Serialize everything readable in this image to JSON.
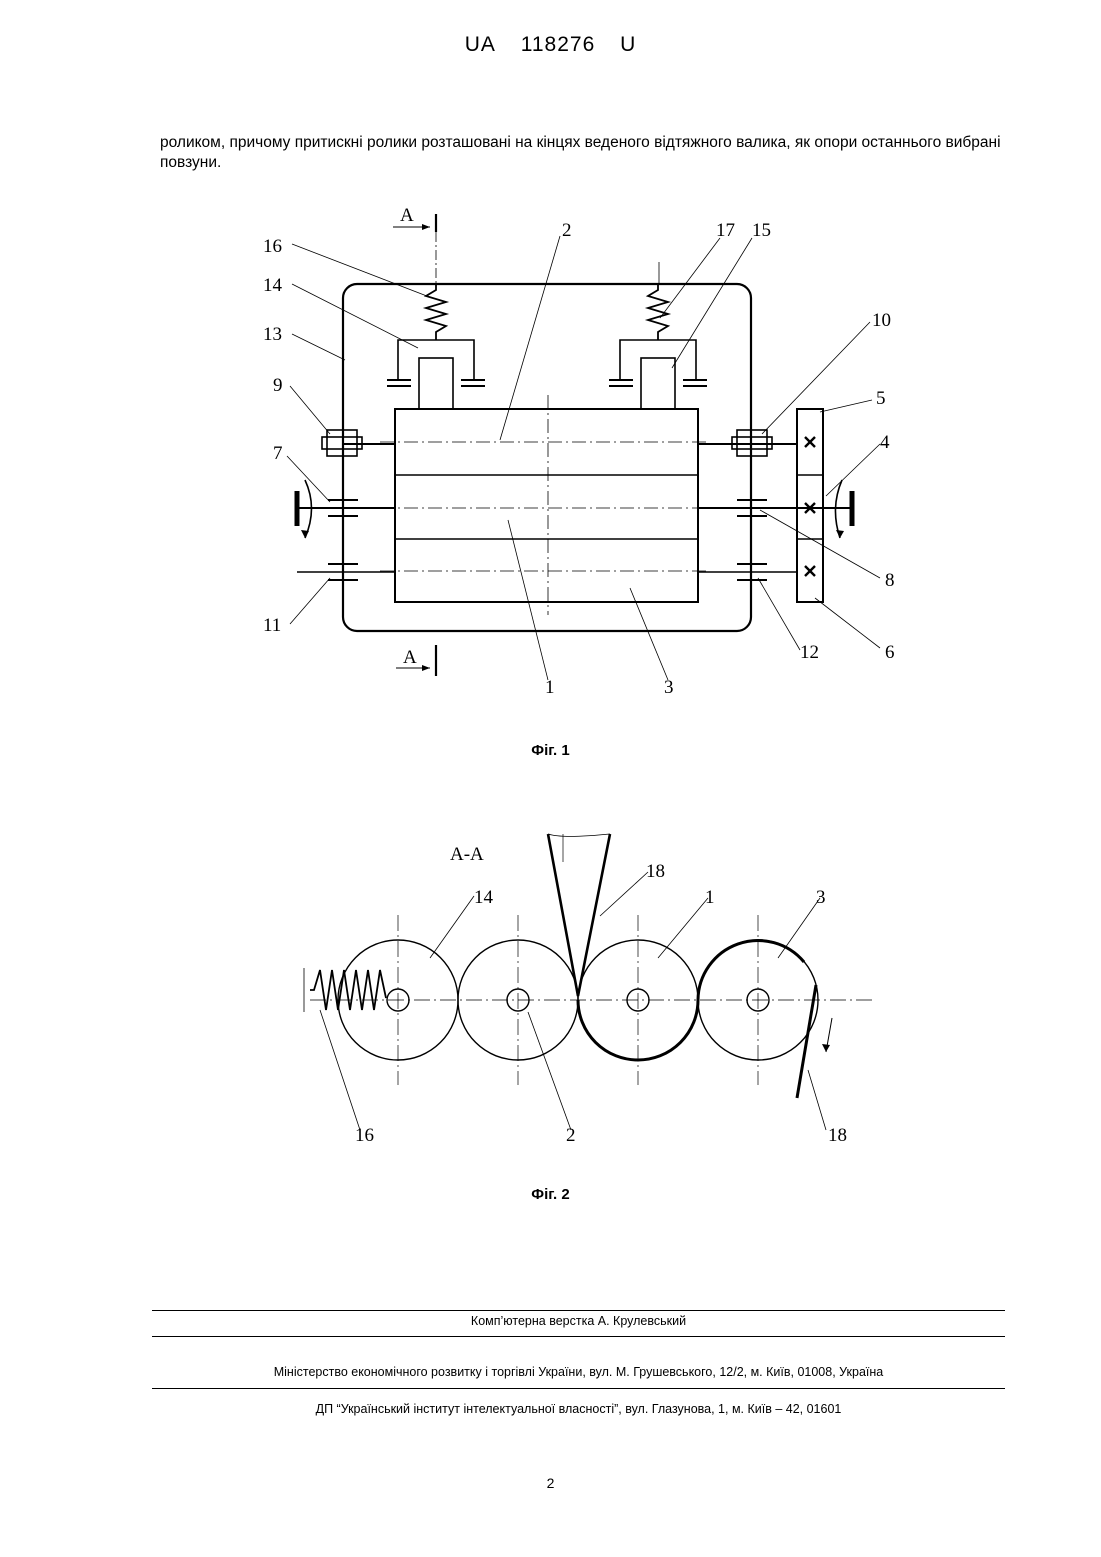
{
  "header": {
    "country": "UA",
    "number": "118276",
    "kind": "U"
  },
  "paragraph": "роликом, причому притискні ролики розташовані на кінцях веденого відтяжного валика, як опори останнього вибрані повзуни.",
  "figure1": {
    "caption": "Фіг. 1",
    "section_mark": "A",
    "labels": {
      "l1": "1",
      "l2": "2",
      "l3": "3",
      "l4": "4",
      "l5": "5",
      "l6": "6",
      "l7": "7",
      "l8": "8",
      "l9": "9",
      "l10": "10",
      "l11": "11",
      "l12": "12",
      "l13": "13",
      "l14": "14",
      "l15": "15",
      "l16": "16",
      "l17": "17"
    }
  },
  "figure2": {
    "caption": "Фіг. 2",
    "section_title": "A-A",
    "labels": {
      "l1": "1",
      "l2": "2",
      "l3": "3",
      "l14": "14",
      "l16": "16",
      "l18a": "18",
      "l18b": "18"
    }
  },
  "footer": {
    "layout": "Комп’ютерна верстка А. Крулевський",
    "ministry": "Міністерство економічного розвитку і торгівлі України, вул. М. Грушевського, 12/2, м. Київ, 01008, Україна",
    "institute": "ДП “Український інститут інтелектуальної власності”, вул. Глазунова, 1, м. Київ – 42, 01601"
  },
  "page_number": "2"
}
